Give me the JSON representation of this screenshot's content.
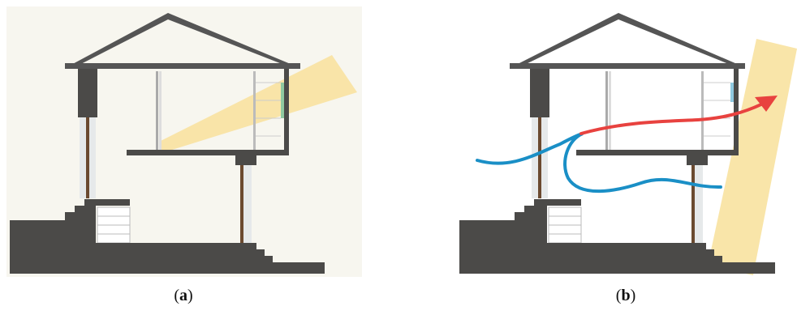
{
  "panels": [
    {
      "id": "a",
      "caption_open": "(",
      "caption_letter": "a",
      "caption_close": ")"
    },
    {
      "id": "b",
      "caption_open": "(",
      "caption_letter": "b",
      "caption_close": ")"
    }
  ],
  "colors": {
    "background_panel": "#f7f6ef",
    "wall": "#4b4a48",
    "roof_stroke": "#555555",
    "sunlight": "#f8e2a0",
    "warm_air": "#e8423f",
    "cool_air": "#1a8fc6",
    "window_frame": "#8a6a50",
    "glass": "#dfe9ee"
  }
}
